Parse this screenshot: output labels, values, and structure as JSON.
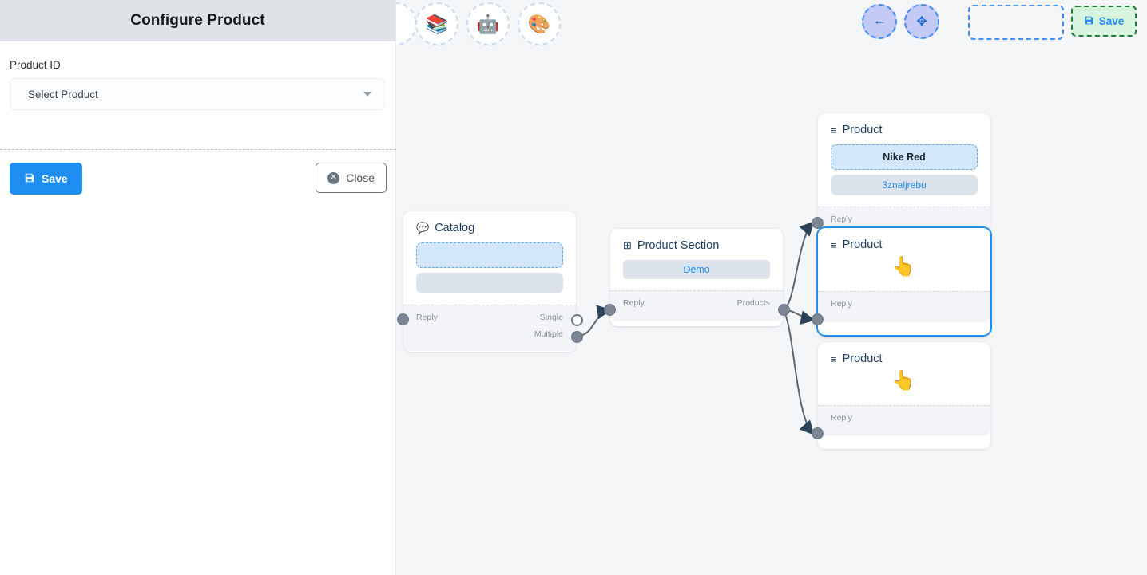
{
  "panel": {
    "title": "Configure Product",
    "field_label": "Product ID",
    "select_value": "Select Product",
    "select_placeholder": "Select Product",
    "caret_icon": "chevron-down-icon",
    "save_label": "Save",
    "save_icon": "floppy-disk-icon",
    "close_label": "Close",
    "close_icon": "close-circle-icon"
  },
  "toolbar": {
    "tools": [
      {
        "name": "stack-overflow-icon",
        "glyph": "📚"
      },
      {
        "name": "robot-icon",
        "glyph": "🤖"
      },
      {
        "name": "palette-icon",
        "glyph": "🎨"
      }
    ],
    "back_icon": "arrow-left-icon",
    "back_glyph": "←",
    "fit_icon": "fit-to-screen-icon",
    "fit_glyph": "✥",
    "save_label": "Save",
    "save_icon": "floppy-disk-icon"
  },
  "canvas": {
    "background": "#f4f6f8",
    "accent": "#1f8ef1",
    "edge_color": "#5c6672",
    "nodes": [
      {
        "id": "catalog",
        "title": "Catalog",
        "icon": "chat-bubble-icon",
        "icon_glyph": "💬",
        "boxes": [
          {
            "style": "dashed",
            "text": ""
          },
          {
            "style": "gray",
            "text": ""
          }
        ],
        "ports_left": [
          "Reply"
        ],
        "ports_right": [
          "Single",
          "Multiple"
        ],
        "selected": false
      },
      {
        "id": "product-section",
        "title": "Product Section",
        "icon": "table-grid-icon",
        "icon_glyph": "⊞",
        "boxes": [
          {
            "style": "demo",
            "text": "Demo"
          }
        ],
        "ports_left": [
          "Reply"
        ],
        "ports_right": [
          "Products"
        ],
        "selected": false
      },
      {
        "id": "product-1",
        "title": "Product",
        "icon": "list-lines-icon",
        "icon_glyph": "≡",
        "boxes": [
          {
            "style": "dashed",
            "text": "Nike Red"
          },
          {
            "style": "gray",
            "text": "3znaljrebu"
          }
        ],
        "ports_left": [
          "Reply"
        ],
        "ports_right": [],
        "selected": false
      },
      {
        "id": "product-2",
        "title": "Product",
        "icon": "list-lines-icon",
        "icon_glyph": "≡",
        "boxes": [],
        "cursor_glyph": "Ὓ0",
        "ports_left": [
          "Reply"
        ],
        "ports_right": [],
        "selected": true
      },
      {
        "id": "product-3",
        "title": "Product",
        "icon": "list-lines-icon",
        "icon_glyph": "≡",
        "boxes": [],
        "ports_left": [
          "Reply"
        ],
        "ports_right": [],
        "selected": false
      }
    ]
  }
}
